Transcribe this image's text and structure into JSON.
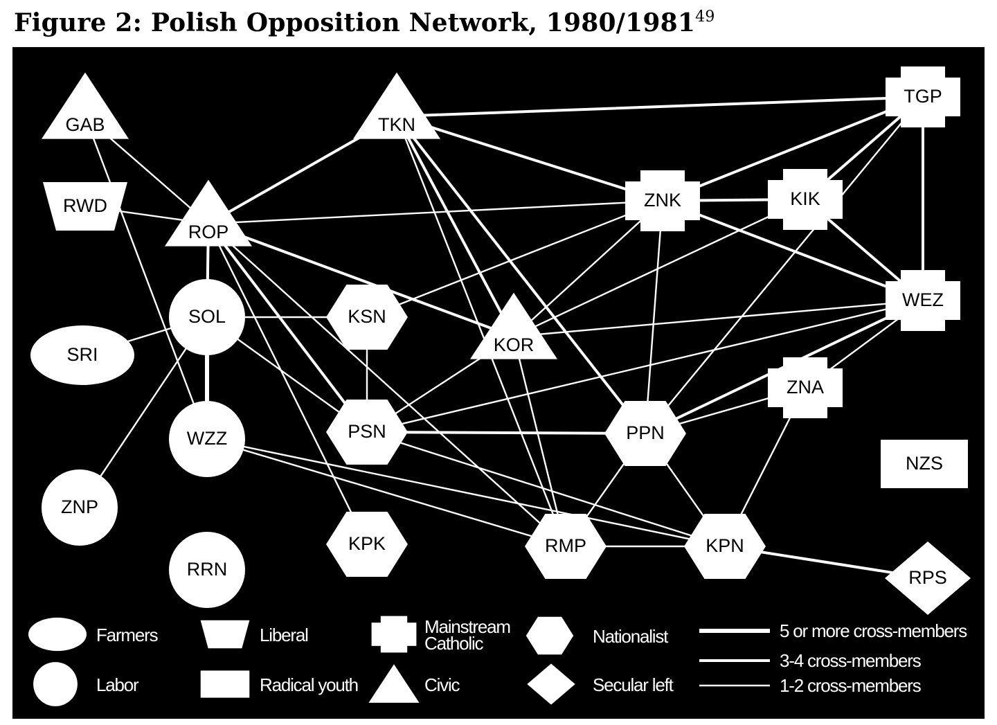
{
  "title": "Figure 2: Polish Opposition Network, 1980/1981",
  "title_footnote": "49",
  "colors": {
    "background": "#000000",
    "foreground": "#ffffff",
    "page": "#ffffff"
  },
  "nodes": [
    {
      "id": "GAB",
      "label": "GAB",
      "category": "Civic"
    },
    {
      "id": "RWD",
      "label": "RWD",
      "category": "Liberal"
    },
    {
      "id": "ROP",
      "label": "ROP",
      "category": "Civic"
    },
    {
      "id": "TKN",
      "label": "TKN",
      "category": "Civic"
    },
    {
      "id": "SOL",
      "label": "SOL",
      "category": "Labor"
    },
    {
      "id": "SRI",
      "label": "SRI",
      "category": "Farmers"
    },
    {
      "id": "WZZ",
      "label": "WZZ",
      "category": "Labor"
    },
    {
      "id": "ZNP",
      "label": "ZNP",
      "category": "Labor"
    },
    {
      "id": "RRN",
      "label": "RRN",
      "category": "Labor"
    },
    {
      "id": "KSN",
      "label": "KSN",
      "category": "Nationalist"
    },
    {
      "id": "PSN",
      "label": "PSN",
      "category": "Nationalist"
    },
    {
      "id": "KPK",
      "label": "KPK",
      "category": "Nationalist"
    },
    {
      "id": "KOR",
      "label": "KOR",
      "category": "Civic"
    },
    {
      "id": "RMP",
      "label": "RMP",
      "category": "Nationalist"
    },
    {
      "id": "PPN",
      "label": "PPN",
      "category": "Nationalist"
    },
    {
      "id": "KPN",
      "label": "KPN",
      "category": "Nationalist"
    },
    {
      "id": "ZNK",
      "label": "ZNK",
      "category": "Mainstream Catholic"
    },
    {
      "id": "KIK",
      "label": "KIK",
      "category": "Mainstream Catholic"
    },
    {
      "id": "TGP",
      "label": "TGP",
      "category": "Mainstream Catholic"
    },
    {
      "id": "WEZ",
      "label": "WEZ",
      "category": "Mainstream Catholic"
    },
    {
      "id": "ZNA",
      "label": "ZNA",
      "category": "Mainstream Catholic"
    },
    {
      "id": "NZS",
      "label": "NZS",
      "category": "Radical youth"
    },
    {
      "id": "RPS",
      "label": "RPS",
      "category": "Secular left"
    }
  ],
  "edges": [
    {
      "from": "TKN",
      "to": "TGP",
      "weight": "3-4"
    },
    {
      "from": "TKN",
      "to": "ZNK",
      "weight": "3-4"
    },
    {
      "from": "TKN",
      "to": "ROP",
      "weight": "1-2"
    },
    {
      "from": "TKN",
      "to": "PPN",
      "weight": "3-4"
    },
    {
      "from": "TKN",
      "to": "KOR",
      "weight": "3-4"
    },
    {
      "from": "TKN",
      "to": "RMP",
      "weight": "1-2"
    },
    {
      "from": "GAB",
      "to": "ROP",
      "weight": "1-2"
    },
    {
      "from": "GAB",
      "to": "WZZ",
      "weight": "1-2"
    },
    {
      "from": "RWD",
      "to": "ROP",
      "weight": "1-2"
    },
    {
      "from": "ROP",
      "to": "SOL",
      "weight": "3-4"
    },
    {
      "from": "ROP",
      "to": "WZZ",
      "weight": "1-2"
    },
    {
      "from": "ROP",
      "to": "PSN",
      "weight": "3-4"
    },
    {
      "from": "ROP",
      "to": "KOR",
      "weight": "3-4"
    },
    {
      "from": "ROP",
      "to": "ZNK",
      "weight": "1-2"
    },
    {
      "from": "ROP",
      "to": "RMP",
      "weight": "1-2"
    },
    {
      "from": "ROP",
      "to": "KPK",
      "weight": "1-2"
    },
    {
      "from": "ROP",
      "to": "TKN",
      "weight": "3-4"
    },
    {
      "from": "SOL",
      "to": "SRI",
      "weight": "1-2"
    },
    {
      "from": "SOL",
      "to": "WZZ",
      "weight": "5+"
    },
    {
      "from": "SOL",
      "to": "ZNP",
      "weight": "1-2"
    },
    {
      "from": "SOL",
      "to": "KSN",
      "weight": "1-2"
    },
    {
      "from": "SOL",
      "to": "PSN",
      "weight": "1-2"
    },
    {
      "from": "WZZ",
      "to": "KPN",
      "weight": "1-2"
    },
    {
      "from": "WZZ",
      "to": "RMP",
      "weight": "1-2"
    },
    {
      "from": "KSN",
      "to": "PSN",
      "weight": "1-2"
    },
    {
      "from": "KSN",
      "to": "ZNK",
      "weight": "1-2"
    },
    {
      "from": "PSN",
      "to": "PPN",
      "weight": "3-4"
    },
    {
      "from": "PSN",
      "to": "KPN",
      "weight": "1-2"
    },
    {
      "from": "PSN",
      "to": "WEZ",
      "weight": "1-2"
    },
    {
      "from": "KOR",
      "to": "ZNK",
      "weight": "1-2"
    },
    {
      "from": "KOR",
      "to": "KIK",
      "weight": "1-2"
    },
    {
      "from": "KOR",
      "to": "WEZ",
      "weight": "1-2"
    },
    {
      "from": "KOR",
      "to": "RMP",
      "weight": "1-2"
    },
    {
      "from": "KOR",
      "to": "PSN",
      "weight": "1-2"
    },
    {
      "from": "RMP",
      "to": "KPN",
      "weight": "1-2"
    },
    {
      "from": "RMP",
      "to": "PPN",
      "weight": "1-2"
    },
    {
      "from": "KPN",
      "to": "PPN",
      "weight": "1-2"
    },
    {
      "from": "KPN",
      "to": "ZNA",
      "weight": "1-2"
    },
    {
      "from": "KPN",
      "to": "RPS",
      "weight": "3-4"
    },
    {
      "from": "PPN",
      "to": "WEZ",
      "weight": "3-4"
    },
    {
      "from": "PPN",
      "to": "ZNK",
      "weight": "1-2"
    },
    {
      "from": "PPN",
      "to": "ZNA",
      "weight": "1-2"
    },
    {
      "from": "PPN",
      "to": "TGP",
      "weight": "1-2"
    },
    {
      "from": "ZNK",
      "to": "KIK",
      "weight": "3-4"
    },
    {
      "from": "ZNK",
      "to": "TGP",
      "weight": "3-4"
    },
    {
      "from": "ZNK",
      "to": "WEZ",
      "weight": "3-4"
    },
    {
      "from": "KIK",
      "to": "TGP",
      "weight": "3-4"
    },
    {
      "from": "KIK",
      "to": "WEZ",
      "weight": "3-4"
    },
    {
      "from": "TGP",
      "to": "WEZ",
      "weight": "3-4"
    },
    {
      "from": "WEZ",
      "to": "ZNA",
      "weight": "1-2"
    }
  ],
  "legend": {
    "shapes": [
      {
        "shape": "ellipse",
        "label": "Farmers"
      },
      {
        "shape": "circle",
        "label": "Labor"
      },
      {
        "shape": "trapezoid",
        "label": "Liberal"
      },
      {
        "shape": "rectangle",
        "label": "Radical youth"
      },
      {
        "shape": "cross",
        "label": "Mainstream Catholic"
      },
      {
        "shape": "triangle",
        "label": "Civic"
      },
      {
        "shape": "hexagon",
        "label": "Nationalist"
      },
      {
        "shape": "diamond",
        "label": "Secular left"
      }
    ],
    "lines": [
      {
        "weight": "5+",
        "label": "5 or more cross-members"
      },
      {
        "weight": "3-4",
        "label": "3-4 cross-members"
      },
      {
        "weight": "1-2",
        "label": "1-2 cross-members"
      }
    ]
  }
}
